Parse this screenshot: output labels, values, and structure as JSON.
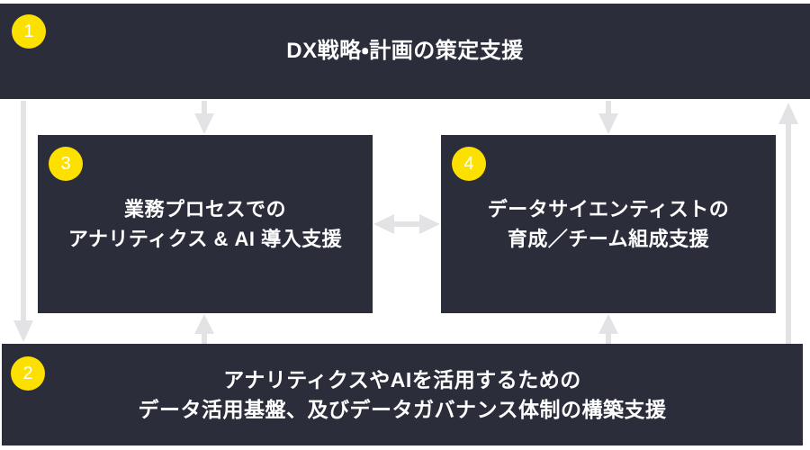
{
  "diagram": {
    "palette": {
      "panel_dark": "#2b2d3a",
      "badge_yellow": "#fbe000",
      "text_white": "#ffffff",
      "arrow_gray": "#e3e3e6",
      "background": "#ffffff"
    },
    "nodes": [
      {
        "id": "banner-top",
        "badge": "1",
        "title": "DX戦略・計画の策定支援"
      },
      {
        "id": "box-three",
        "badge": "3",
        "title": "業務プロセスでの\nアナリティクス & AI 導入支援"
      },
      {
        "id": "box-four",
        "badge": "4",
        "title": "データサイエンティストの\n育成／チーム組成支援"
      },
      {
        "id": "banner-bottom",
        "badge": "2",
        "title": "アナリティクスやAIを活用するための\nデータ活用基盤、及びデータガバナンス体制の構築支援"
      }
    ],
    "connectors": [
      {
        "id": "arrow-top-to-box3",
        "from": "banner-top",
        "to": "box-three",
        "direction": "down"
      },
      {
        "id": "arrow-top-to-box4",
        "from": "banner-top",
        "to": "box-four",
        "direction": "down"
      },
      {
        "id": "arrow-top-to-bottom",
        "from": "banner-top",
        "to": "banner-bottom",
        "direction": "down"
      },
      {
        "id": "arrow-box3-to-box4",
        "from": "box-three",
        "to": "box-four",
        "direction": "both"
      },
      {
        "id": "arrow-bottom-to-box3",
        "from": "banner-bottom",
        "to": "box-three",
        "direction": "up"
      },
      {
        "id": "arrow-bottom-to-box4",
        "from": "banner-bottom",
        "to": "box-four",
        "direction": "up"
      },
      {
        "id": "arrow-bottom-to-top",
        "from": "banner-bottom",
        "to": "banner-top",
        "direction": "up"
      }
    ]
  }
}
